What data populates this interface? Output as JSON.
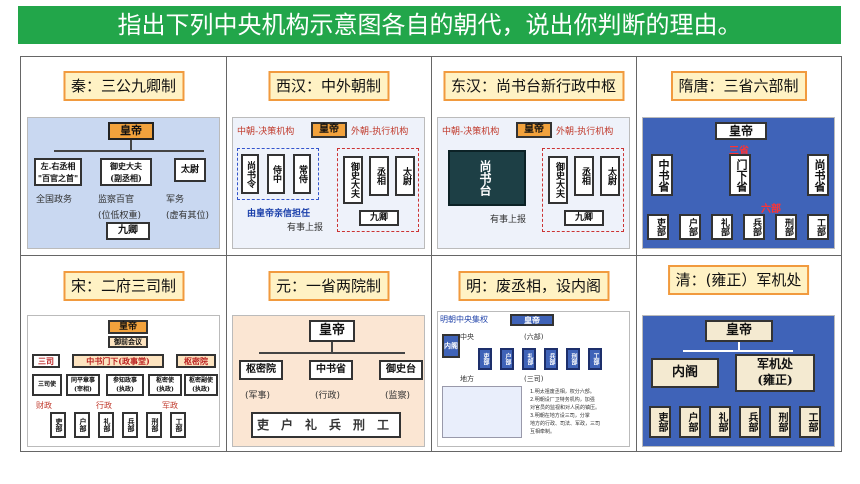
{
  "banner": "指出下列中央机构示意图各自的朝代，说出你判断的理由。",
  "cells": {
    "qin": {
      "label": "秦：三公九卿制",
      "emperor": "皇帝",
      "sanGong": [
        "左.右丞相\n\"百官之首\"",
        "御史大夫\n(副丞相)",
        "太尉"
      ],
      "duties": [
        "全国政务",
        "监察百官\n(位低权重)",
        "军务\n(虚有其位)"
      ],
      "jiuQing": "九卿"
    },
    "xihan": {
      "label": "西汉：中外朝制",
      "inner": "中朝-决策机构",
      "emperor": "皇帝",
      "outer": "外朝-执行机构",
      "innerOfficers": [
        "尚书令",
        "侍中",
        "常侍"
      ],
      "outerOfficers": [
        "御史大夫",
        "丞相",
        "太尉"
      ],
      "note": "由皇帝亲信担任",
      "report": "有事上报",
      "jiuQing": "九卿"
    },
    "donghan": {
      "label": "东汉：尚书台新行政中枢",
      "inner": "中朝-决策机构",
      "emperor": "皇帝",
      "outer": "外朝-执行机构",
      "shangshu": "尚书台",
      "outerOfficers": [
        "御史大夫",
        "丞相",
        "太尉"
      ],
      "report": "有事上报",
      "jiuQing": "九卿"
    },
    "suitang": {
      "label": "隋唐：三省六部制",
      "emperor": "皇帝",
      "sansheng": "三省",
      "sheng": [
        "中书省",
        "门下省",
        "尚书省"
      ],
      "liubu": "六部",
      "bu": [
        "吏部",
        "户部",
        "礼部",
        "兵部",
        "刑部",
        "工部"
      ]
    },
    "song": {
      "label": "宋：二府三司制",
      "emperor": "皇帝",
      "council": "御前会议",
      "offices": [
        "三司",
        "中书门下(政事堂)",
        "枢密院"
      ],
      "subs": [
        "三司使",
        "同平章事\n(宰相)",
        "参知政事\n(执政)",
        "枢密使\n(执政)",
        "枢密副使\n(执政)"
      ],
      "powers": [
        "财政",
        "行政",
        "军政"
      ],
      "bu": [
        "吏部",
        "户部",
        "礼部",
        "兵部",
        "刑部",
        "工部"
      ]
    },
    "yuan": {
      "label": "元：一省两院制",
      "emperor": "皇帝",
      "top": [
        "枢密院",
        "中书省",
        "御史台"
      ],
      "roles": [
        "(军事)",
        "(行政)",
        "(监察)"
      ],
      "bu": [
        "吏",
        "户",
        "礼",
        "兵",
        "刑",
        "工"
      ]
    },
    "ming": {
      "label": "明：废丞相，设内阁",
      "title": "明朝中央集权",
      "emperor": "皇帝",
      "neige": "内阁",
      "zhongyang": "中央",
      "liubu": "(六部)",
      "bu": [
        "吏部",
        "户部",
        "礼部",
        "兵部",
        "刑部",
        "工部"
      ],
      "sansi": "(三司)",
      "difang": "地方",
      "notes": [
        "1.明太祖废丞相，权分六部。",
        "2.明朝设厂卫特务机构，加强",
        "对官员的监视和对人民的镇压。",
        "3.明朝在地方设三司，分掌",
        "地方的行政、司法、军政，三司",
        "互相牵制。"
      ]
    },
    "qing": {
      "label": "清：(雍正）军机处",
      "emperor": "皇帝",
      "neige": "内阁",
      "junjichu": "军机处\n(雍正)",
      "bu": [
        "吏部",
        "户部",
        "礼部",
        "兵部",
        "刑部",
        "工部"
      ]
    }
  }
}
